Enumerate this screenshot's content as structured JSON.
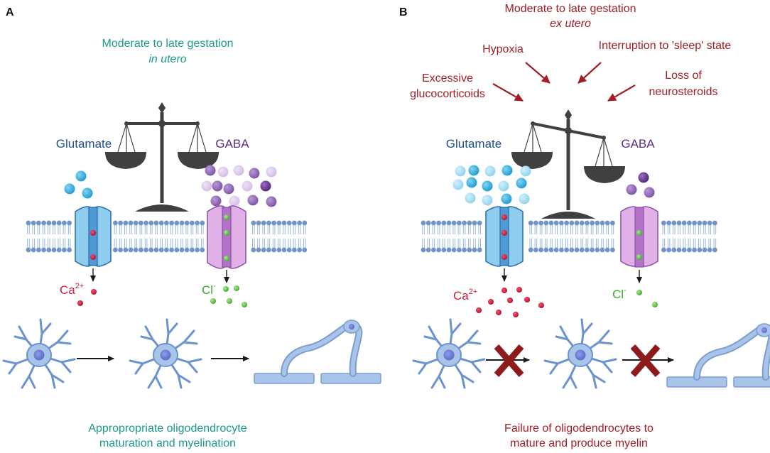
{
  "panel_a": {
    "letter": "A",
    "heading_line1": "Moderate to late gestation",
    "heading_line2": "in utero",
    "glutamate_label": "Glutamate",
    "gaba_label": "GABA",
    "ca_label": "Ca",
    "ca_charge": "2+",
    "cl_label": "Cl",
    "cl_charge": "-",
    "caption_line1": "Appropropriate oligodendrocyte",
    "caption_line2": "maturation and myelination"
  },
  "panel_b": {
    "letter": "B",
    "heading_line1": "Moderate to late gestation",
    "heading_line2": "ex utero",
    "factor_hypoxia": "Hypoxia",
    "factor_sleep": "Interruption to 'sleep' state",
    "factor_gluco_line1": "Excessive",
    "factor_gluco_line2": "glucocorticoids",
    "factor_neuro_line1": "Loss of",
    "factor_neuro_line2": "neurosteroids",
    "glutamate_label": "Glutamate",
    "gaba_label": "GABA",
    "ca_label": "Ca",
    "ca_charge": "2+",
    "cl_label": "Cl",
    "cl_charge": "-",
    "caption_line1": "Failure of oligodendrocytes to",
    "caption_line2": "mature and produce myelin"
  },
  "colors": {
    "teal": "#1a9a8a",
    "darkred": "#a31d24",
    "glutamate_blue": "#1d4f8c",
    "gaba_purple": "#5b2c82",
    "membrane": "#6f93c9",
    "scale": "#404040",
    "cell": "#a8c4e8",
    "calcium": "#c8203c",
    "chloride": "#5cbf4a",
    "block_x": "#8e1b1b"
  },
  "icons": [
    "balance-scale-icon",
    "oligodendrocyte-icon",
    "myelin-icon",
    "block-x-icon",
    "arrow-icon"
  ]
}
